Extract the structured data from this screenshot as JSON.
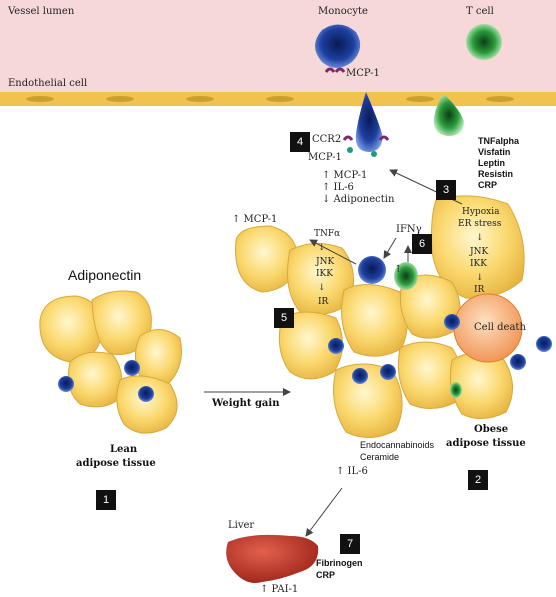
{
  "vessel": {
    "lumen_label": "Vessel lumen",
    "endothelial_label": "Endothelial cell"
  },
  "cells": {
    "monocyte_label": "Monocyte",
    "tcell_label": "T cell"
  },
  "mcp1_top": "MCP-1",
  "receptor": {
    "ccr2": "CCR2",
    "mcp1": "MCP-1"
  },
  "effects_4": [
    "↑ MCP-1",
    "↑ IL-6",
    "↓ Adiponectin"
  ],
  "tcell_factors": [
    "TNFalpha",
    "Visfatin",
    "Leptin",
    "Resistin",
    "CRP"
  ],
  "stress": [
    "Hypoxia",
    "ER stress",
    "↓",
    "JNK",
    "IKK",
    "↓",
    "IR"
  ],
  "macro": {
    "mcp1_up": "↑ MCP-1",
    "ifn": "IFNγ",
    "arrow_up": "↑"
  },
  "signal_5": [
    "TNFα",
    "↓",
    "JNK",
    "IKK",
    "↓",
    "IR"
  ],
  "adiponectin_label": "Adiponectin",
  "cell_death_label": "Cell death",
  "weight_gain_label": "Weight gain",
  "lean_label": [
    "Lean",
    "adipose tissue"
  ],
  "obese_label": [
    "Obese",
    "adipose tissue"
  ],
  "lipids_label": [
    "Endocannabinoids",
    "Ceramide"
  ],
  "il6_label": "↑ IL-6",
  "liver": {
    "label": "Liver",
    "pai": "↑ PAI-1",
    "factors": [
      "Fibrinogen",
      "CRP"
    ]
  },
  "badges": [
    "1",
    "2",
    "3",
    "4",
    "5",
    "6",
    "7"
  ],
  "colors": {
    "vessel": "#f4d4d4",
    "endothelium": "#f0d060",
    "adipocyte": "#fbd970",
    "macrophage": "#1a3a9a",
    "tcell": "#2a9a3a",
    "liver": "#c0392b",
    "cell_death": "#f2a060"
  }
}
